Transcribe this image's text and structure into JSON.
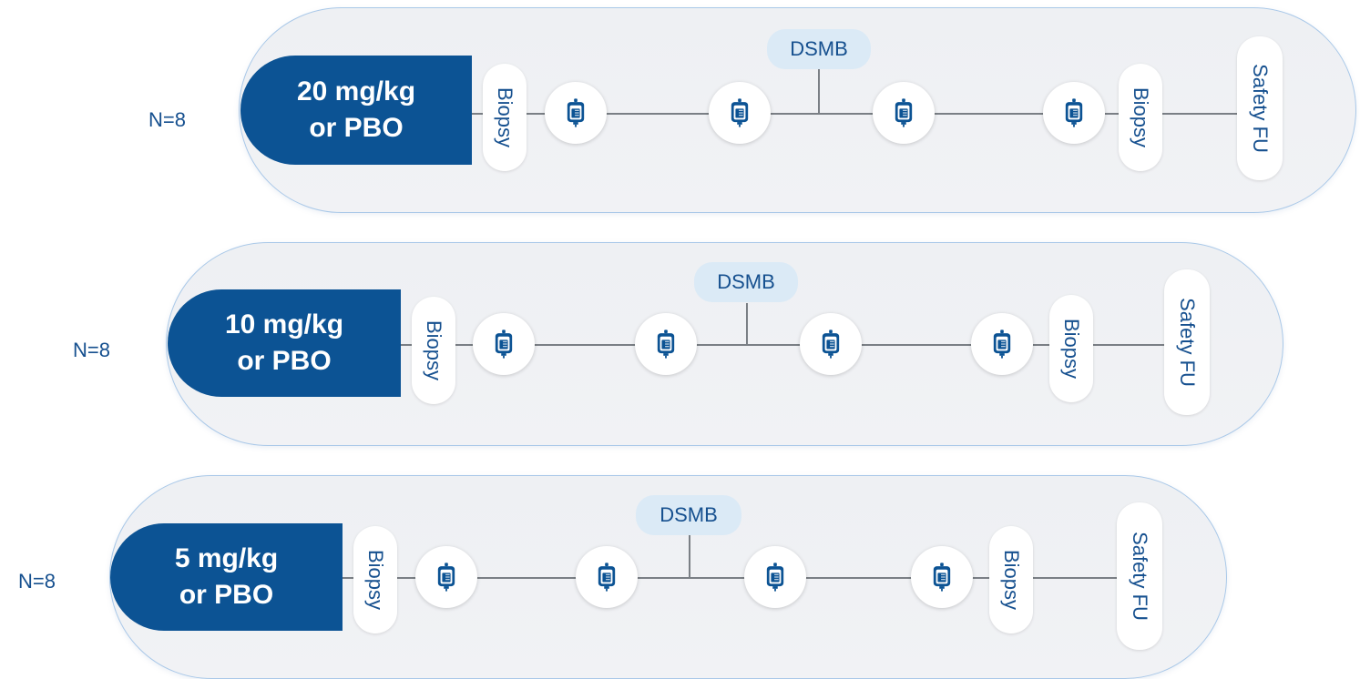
{
  "colors": {
    "primary": "#0c5394",
    "text": "#16508f",
    "pill_bg": "#f0f1f4",
    "pill_border": "#a9c8e8",
    "dsmb_bg": "#dbeaf6"
  },
  "icons": {
    "infusion": "iv-bag-icon"
  },
  "cohorts": [
    {
      "n_label": "N=8",
      "dose_line1": "20 mg/kg",
      "dose_line2": "or PBO",
      "biopsy_pre": "Biopsy",
      "dsmb": "DSMB",
      "biopsy_post": "Biopsy",
      "safety_fu": "Safety FU"
    },
    {
      "n_label": "N=8",
      "dose_line1": "10 mg/kg",
      "dose_line2": "or PBO",
      "biopsy_pre": "Biopsy",
      "dsmb": "DSMB",
      "biopsy_post": "Biopsy",
      "safety_fu": "Safety FU"
    },
    {
      "n_label": "N=8",
      "dose_line1": "5 mg/kg",
      "dose_line2": "or PBO",
      "biopsy_pre": "Biopsy",
      "dsmb": "DSMB",
      "biopsy_post": "Biopsy",
      "safety_fu": "Safety FU"
    }
  ]
}
